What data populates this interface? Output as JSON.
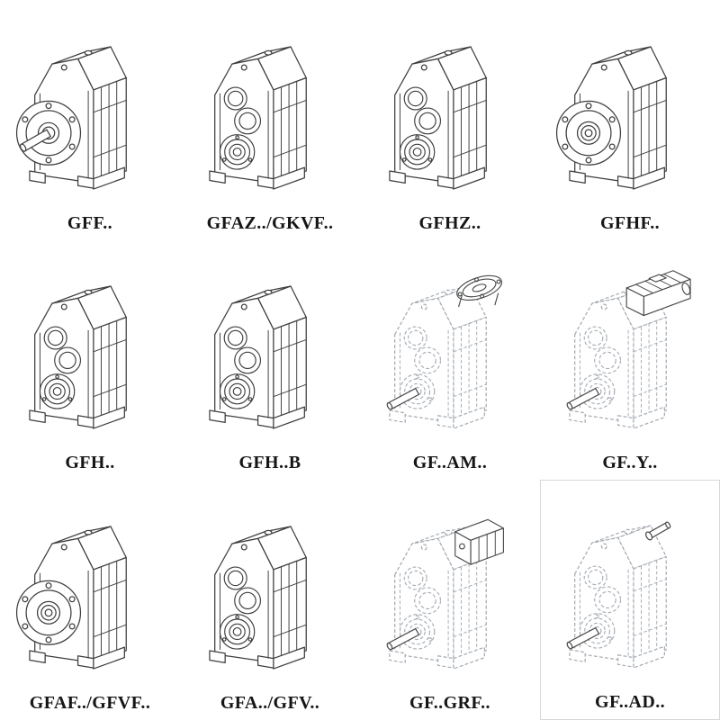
{
  "page": {
    "title": "Gear unit mounting variants catalog",
    "background": "#ffffff",
    "ink_color": "#3e3e3e",
    "ghost_color": "#a6acb3",
    "label_color": "#161616"
  },
  "grid": {
    "columns": 4,
    "rows": 3,
    "items": [
      {
        "label": "GFF..",
        "figure": "gearbox-output-flange-with-solid-shaft"
      },
      {
        "label": "GFAZ../GKVF..",
        "figure": "gearbox-hollow-shaft"
      },
      {
        "label": "GFHZ..",
        "figure": "gearbox-hollow-shaft"
      },
      {
        "label": "GFHF..",
        "figure": "gearbox-flange-hollow-shaft"
      },
      {
        "label": "GFH..",
        "figure": "gearbox-hollow-shaft"
      },
      {
        "label": "GFH..B",
        "figure": "gearbox-hollow-shaft"
      },
      {
        "label": "GF..AM..",
        "figure": "gearbox-with-motor-adapter-flange"
      },
      {
        "label": "GF..Y..",
        "figure": "gearbox-with-mounted-motor"
      },
      {
        "label": "GFAF../GFVF..",
        "figure": "gearbox-flange-hollow-shaft"
      },
      {
        "label": "GFA../GFV..",
        "figure": "gearbox-hollow-shaft"
      },
      {
        "label": "GF..GRF..",
        "figure": "gearbox-with-primary-gear-unit"
      },
      {
        "label": "GF..AD..",
        "figure": "gearbox-with-input-shaft-adapter"
      }
    ]
  }
}
